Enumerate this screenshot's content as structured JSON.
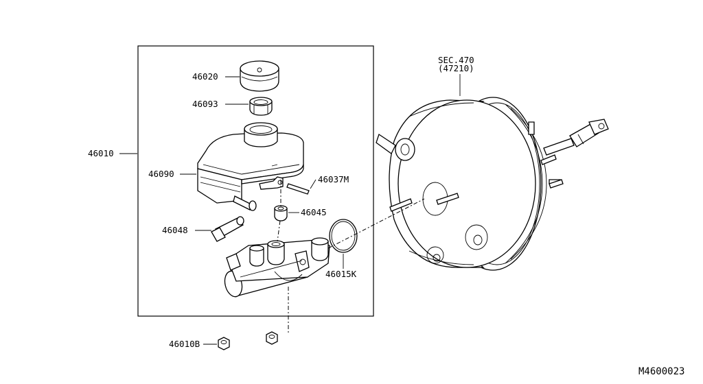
{
  "labels": {
    "p46020": "46020",
    "p46093": "46093",
    "p46010": "46010",
    "p46090": "46090",
    "p46037M": "46037M",
    "p46045": "46045",
    "p46048": "46048",
    "p46015K": "46015K",
    "p46010B": "46010B",
    "sec": "SEC.470",
    "sec_ref": "(47210)",
    "diagram_id": "M4600023"
  }
}
